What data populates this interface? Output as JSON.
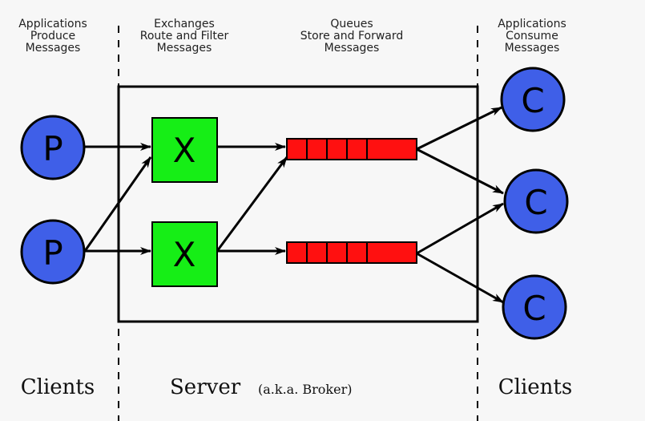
{
  "headers": {
    "producers": [
      "Applications",
      "Produce",
      "Messages"
    ],
    "exchanges": [
      "Exchanges",
      "Route and Filter",
      "Messages"
    ],
    "queues": [
      "Queues",
      "Store and Forward",
      "Messages"
    ],
    "consumers": [
      "Applications",
      "Consume",
      "Messages"
    ]
  },
  "labels": {
    "clients_left": "Clients",
    "server": "Server",
    "server_note": "(a.k.a. Broker)",
    "clients_right": "Clients"
  },
  "nodes": {
    "producer_letter": "P",
    "exchange_letter": "X",
    "consumer_letter": "C"
  },
  "colors": {
    "producer_fill": "#3f5fe8",
    "consumer_fill": "#3f5fe8",
    "exchange_fill": "#16ee16",
    "queue_fill": "#ff1010",
    "line": "#000000"
  }
}
